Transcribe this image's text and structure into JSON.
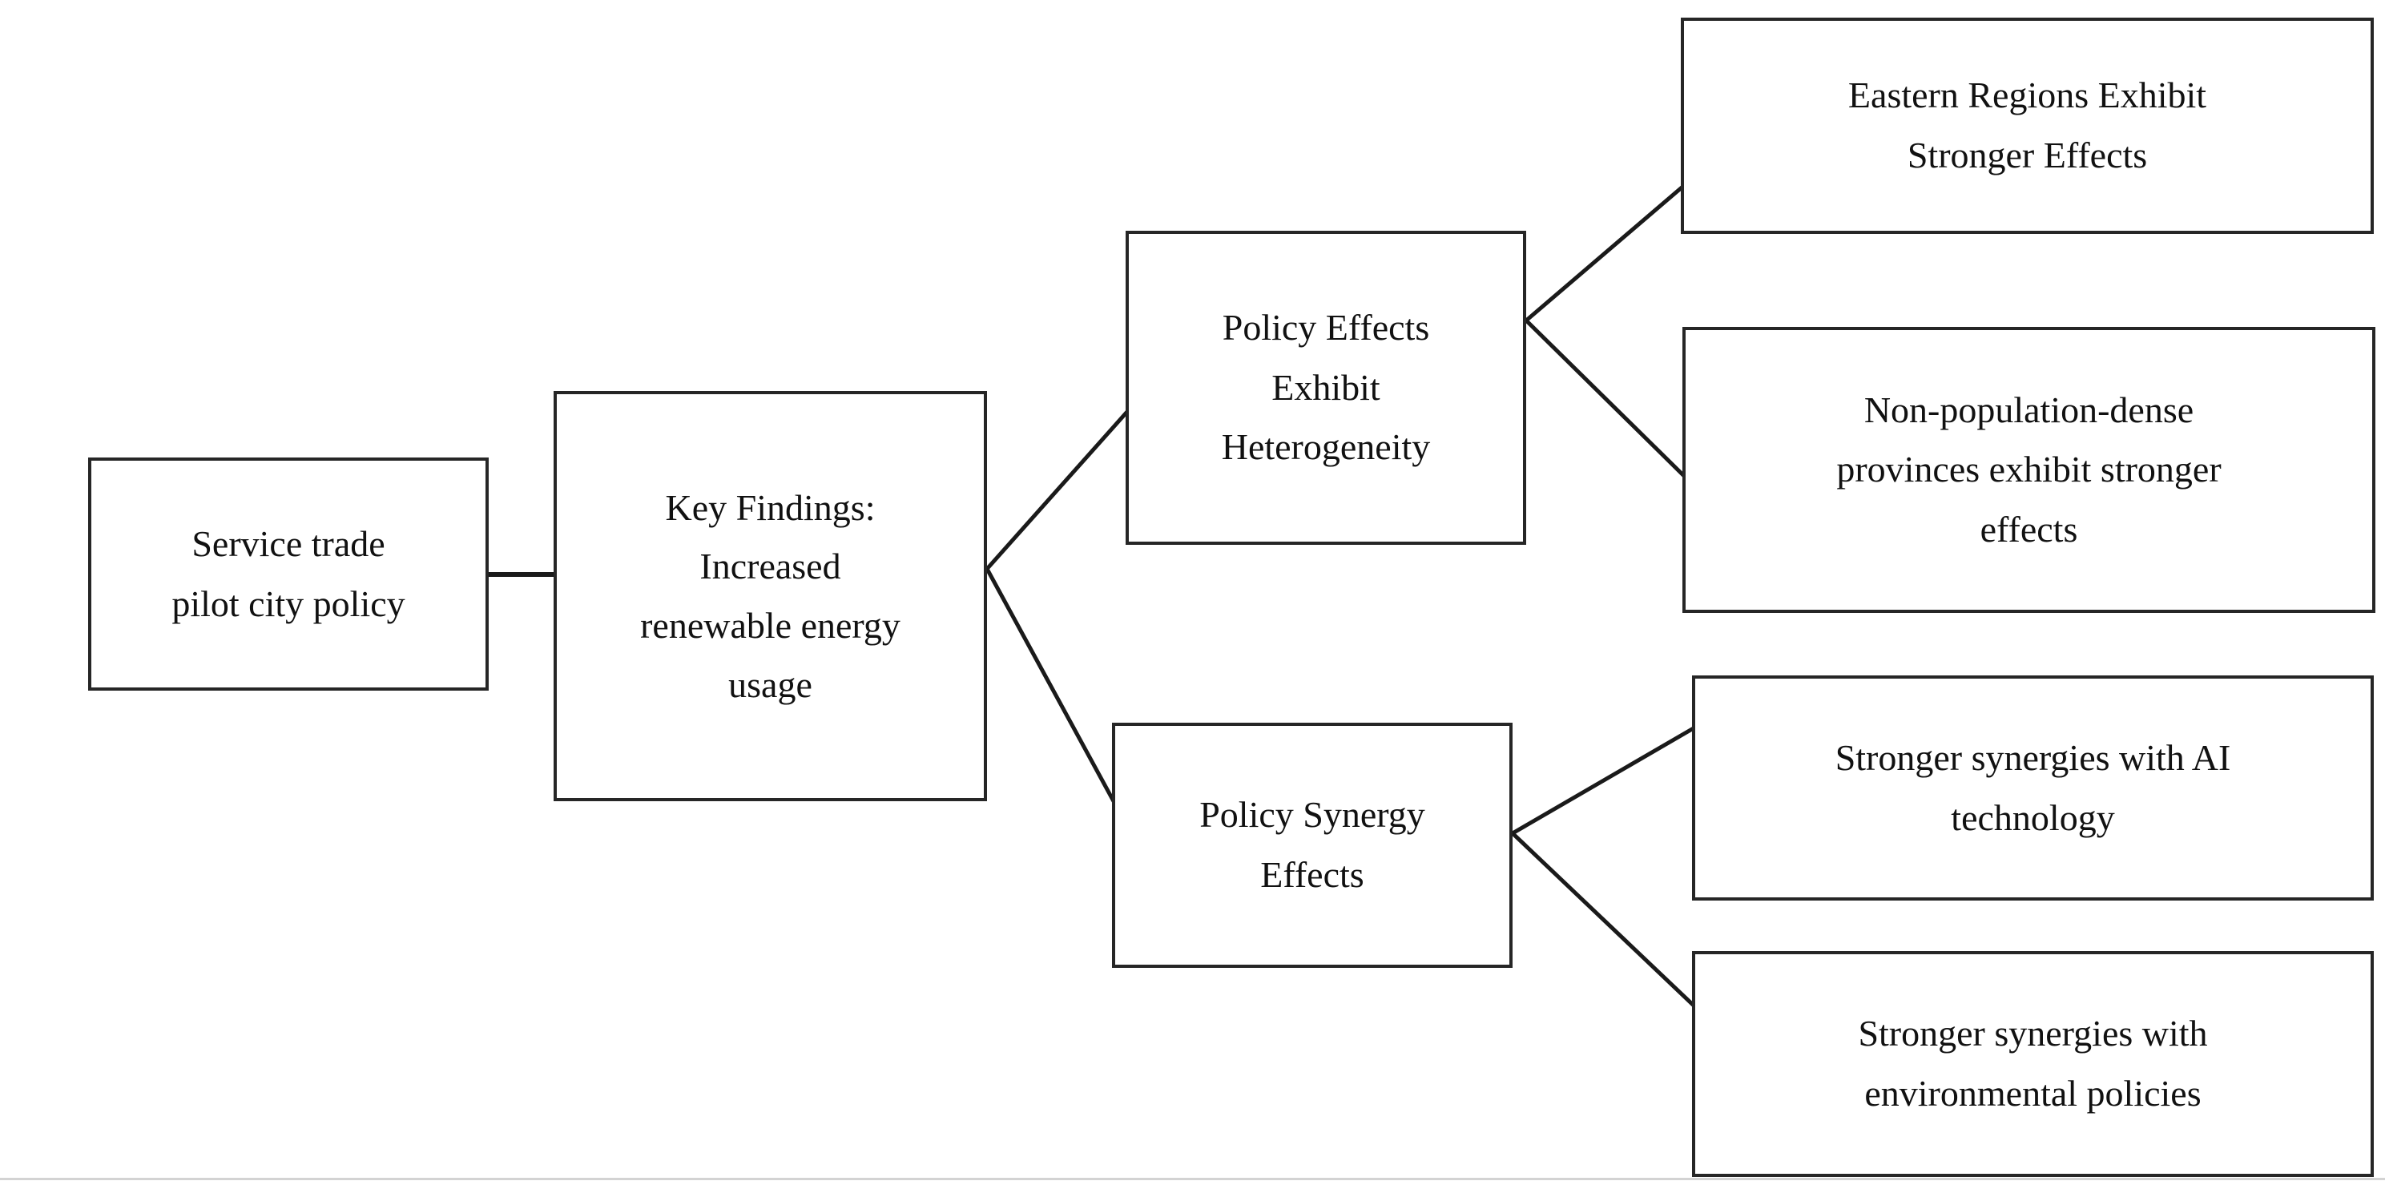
{
  "diagram": {
    "title": "Service trade pilot city policy key findings flowchart",
    "type": "flowchart",
    "orientation": "left-to-right tree",
    "background_color": "#ffffff",
    "node_border_color": "#262626",
    "node_fill_color": "#ffffff",
    "text_color": "#111111",
    "connector_color": "#1a1a1a",
    "nodes": {
      "source": {
        "id": "source",
        "label": "Service trade\npilot city policy",
        "level": 1
      },
      "key_findings": {
        "id": "key-findings",
        "label": "Key Findings:\nIncreased\nrenewable energy\nusage",
        "level": 2
      },
      "heterogeneity": {
        "id": "heterogeneity",
        "label": "Policy Effects\nExhibit\nHeterogeneity",
        "level": 3
      },
      "synergy": {
        "id": "synergy",
        "label": "Policy Synergy\nEffects",
        "level": 3
      },
      "eastern": {
        "id": "eastern",
        "label": "Eastern Regions Exhibit\nStronger Effects",
        "level": 4
      },
      "nonpop": {
        "id": "non-population-dense",
        "label": "Non-population-dense\nprovinces exhibit stronger\neffects",
        "level": 4
      },
      "ai": {
        "id": "ai-technology",
        "label": "Stronger synergies with AI\ntechnology",
        "level": 4
      },
      "envpolicy": {
        "id": "environmental-policies",
        "label": "Stronger synergies with\nenvironmental policies",
        "level": 4
      }
    },
    "edges": [
      {
        "from": "source",
        "to": "key_findings",
        "style": "straight-horizontal"
      },
      {
        "from": "key_findings",
        "to": "heterogeneity",
        "style": "diagonal"
      },
      {
        "from": "key_findings",
        "to": "synergy",
        "style": "diagonal"
      },
      {
        "from": "heterogeneity",
        "to": "eastern",
        "style": "diagonal"
      },
      {
        "from": "heterogeneity",
        "to": "nonpop",
        "style": "diagonal"
      },
      {
        "from": "synergy",
        "to": "ai",
        "style": "diagonal"
      },
      {
        "from": "synergy",
        "to": "envpolicy",
        "style": "diagonal"
      }
    ]
  }
}
